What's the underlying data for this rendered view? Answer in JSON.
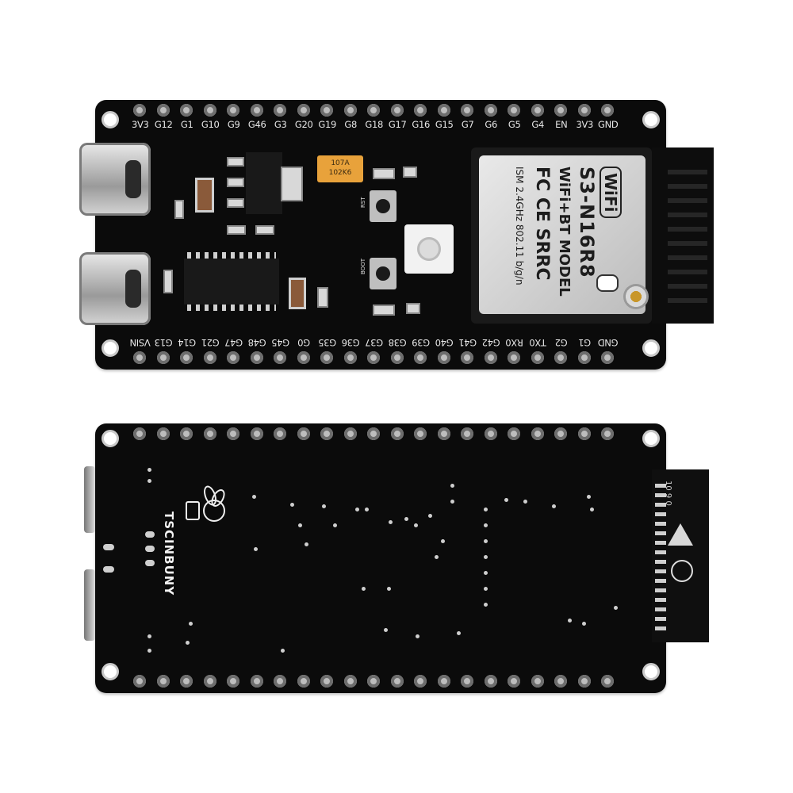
{
  "top_labels": [
    "3V3",
    "G12",
    "G1",
    "G10",
    "G9",
    "G46",
    "G3",
    "G20",
    "G19",
    "G8",
    "G18",
    "G17",
    "G16",
    "G15",
    "G7",
    "G6",
    "G5",
    "G4",
    "EN",
    "3V3",
    "GND"
  ],
  "bottom_labels": [
    "GND",
    "G1",
    "G2",
    "TX0",
    "RX0",
    "G42",
    "G41",
    "G40",
    "G39",
    "G38",
    "G37",
    "G36",
    "G35",
    "G0",
    "G45",
    "G48",
    "G47",
    "G21",
    "G14",
    "G13",
    "VSIN"
  ],
  "module": {
    "wifi": "WiFi",
    "model_line1": "S3-N16R8",
    "model_line2": "WiFi+BT MODEL",
    "cert": "FC CE SRRC",
    "band": "ISM 2.4GHz 802.11 b/g/n"
  },
  "tant_cap": {
    "line1": "107A",
    "line2": "102K6"
  },
  "button_rst": "RST",
  "button_boot": "BOOT",
  "brand": "TSCINBUNY",
  "ant_label": "10 9 0",
  "colors": {
    "pcb": "#0b0b0b",
    "silk": "#e8e8e8",
    "tant": "#e8a23b"
  }
}
